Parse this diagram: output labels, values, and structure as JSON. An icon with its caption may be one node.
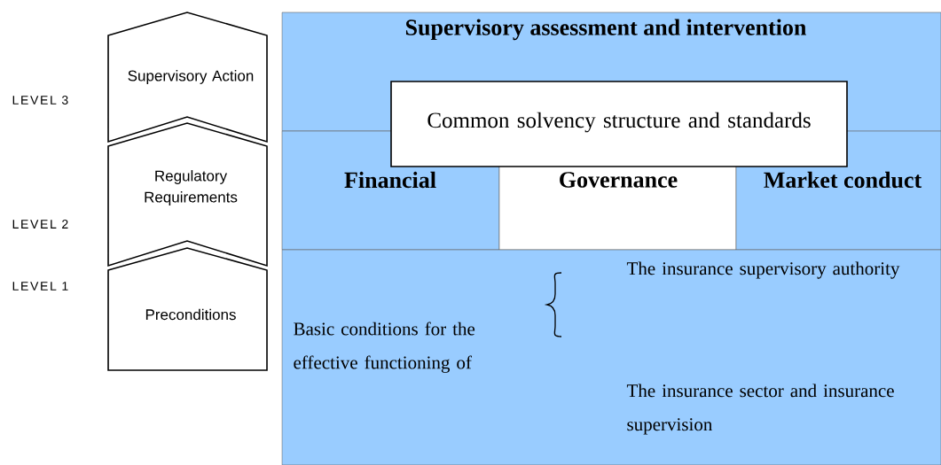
{
  "diagram": {
    "nodes": [
      {
        "text": [
          "Supervisory Action"
        ]
      },
      {
        "text": [
          "Regulatory Requirements"
        ]
      },
      {
        "text": [
          "Preconditions"
        ]
      },
      {
        "text": [
          "Supervisory assessment and intervention"
        ]
      },
      {
        "text": [
          "Common solvency structure and standards"
        ]
      },
      {
        "text": [
          "Financial"
        ]
      },
      {
        "text": [
          "Governance"
        ]
      },
      {
        "text": [
          "Market conduct"
        ]
      },
      {
        "text": [
          "Basic conditions for the effective functioning of",
          "The insurance supervisory authority",
          "The insurance sector and insurance supervision"
        ]
      }
    ],
    "labels": [
      "LEVEL 3",
      "LEVEL 2",
      "LEVEL 1"
    ]
  }
}
